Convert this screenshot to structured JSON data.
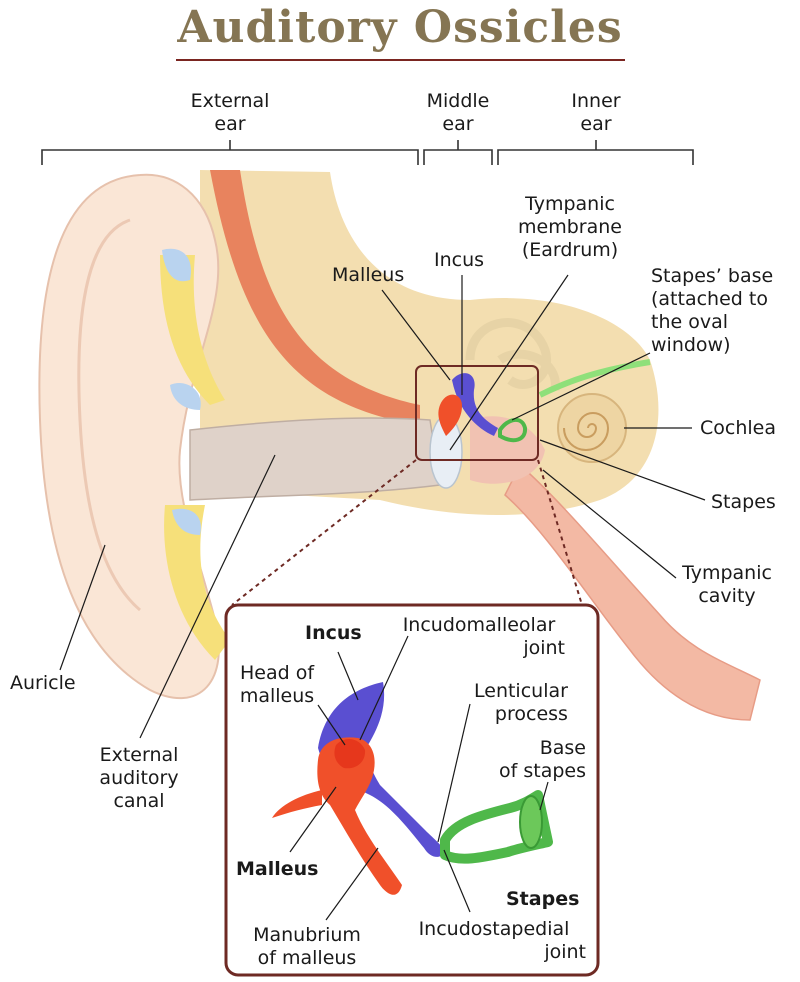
{
  "title": "Auditory Ossicles",
  "colors": {
    "title": "#857553",
    "rule": "#7a2520",
    "incus": "#5a4fd1",
    "malleus": "#f0502a",
    "stapes": "#6cc85a",
    "frame": "#6e2a24"
  },
  "regions": {
    "external": [
      "External",
      "ear"
    ],
    "middle": [
      "Middle",
      "ear"
    ],
    "inner": [
      "Inner",
      "ear"
    ]
  },
  "labels": {
    "tympanic_membrane": [
      "Tympanic",
      "membrane",
      "(Eardrum)"
    ],
    "malleus": "Malleus",
    "incus": "Incus",
    "stapes_base": [
      "Stapes’ base",
      "(attached to",
      "the oval",
      "window)"
    ],
    "cochlea": "Cochlea",
    "stapes": "Stapes",
    "tympanic_cavity": [
      "Tympanic",
      "cavity"
    ],
    "auricle": "Auricle",
    "external_auditory_canal": [
      "External",
      "auditory",
      "canal"
    ]
  },
  "inset": {
    "incus": "Incus",
    "incudomalleolar_joint": [
      "Incudomalleolar",
      "joint"
    ],
    "head_of_malleus": [
      "Head of",
      "malleus"
    ],
    "lenticular_process": [
      "Lenticular",
      "process"
    ],
    "base_of_stapes": [
      "Base",
      "of stapes"
    ],
    "malleus": "Malleus",
    "stapes": "Stapes",
    "manubrium_of_malleus": [
      "Manubrium",
      "of malleus"
    ],
    "incudostapedial_joint": [
      "Incudostapedial",
      "joint"
    ]
  }
}
